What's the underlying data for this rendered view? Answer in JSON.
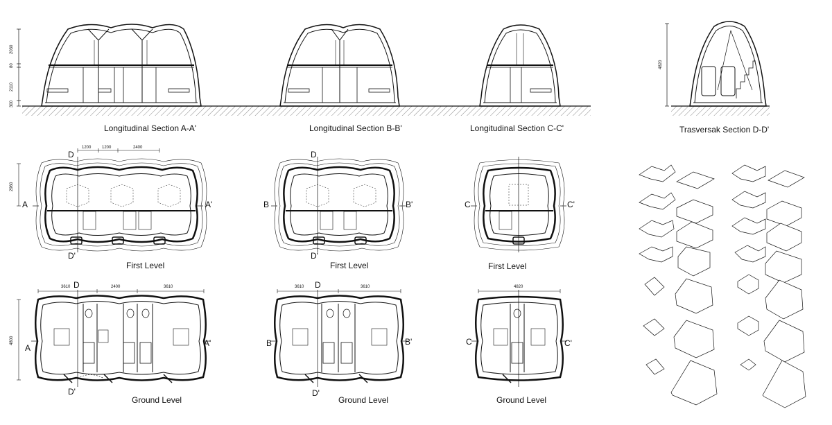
{
  "sections": {
    "a": "Longitudinal Section A-A'",
    "b": "Longitudinal Section B-B'",
    "c": "Longitudinal Section C-C'",
    "d": "Trasversak Section D-D'"
  },
  "levels": {
    "first": "First Level",
    "ground": "Ground Level"
  },
  "section_dims": [
    "2030",
    "80",
    "2110",
    "300"
  ],
  "section_d_height": "4820",
  "first_a_dims": [
    "1200",
    "1200",
    "2400"
  ],
  "first_a_height": "2960",
  "ground_a_dims": [
    "3610",
    "2400",
    "3610"
  ],
  "ground_b_dims": [
    "3610",
    "3610"
  ],
  "ground_c_dim": "4820",
  "ground_height": "4800",
  "marks": {
    "a": "A",
    "a2": "A'",
    "b": "B",
    "b2": "B'",
    "c": "C",
    "c2": "C'",
    "d": "D",
    "d2": "D'"
  }
}
